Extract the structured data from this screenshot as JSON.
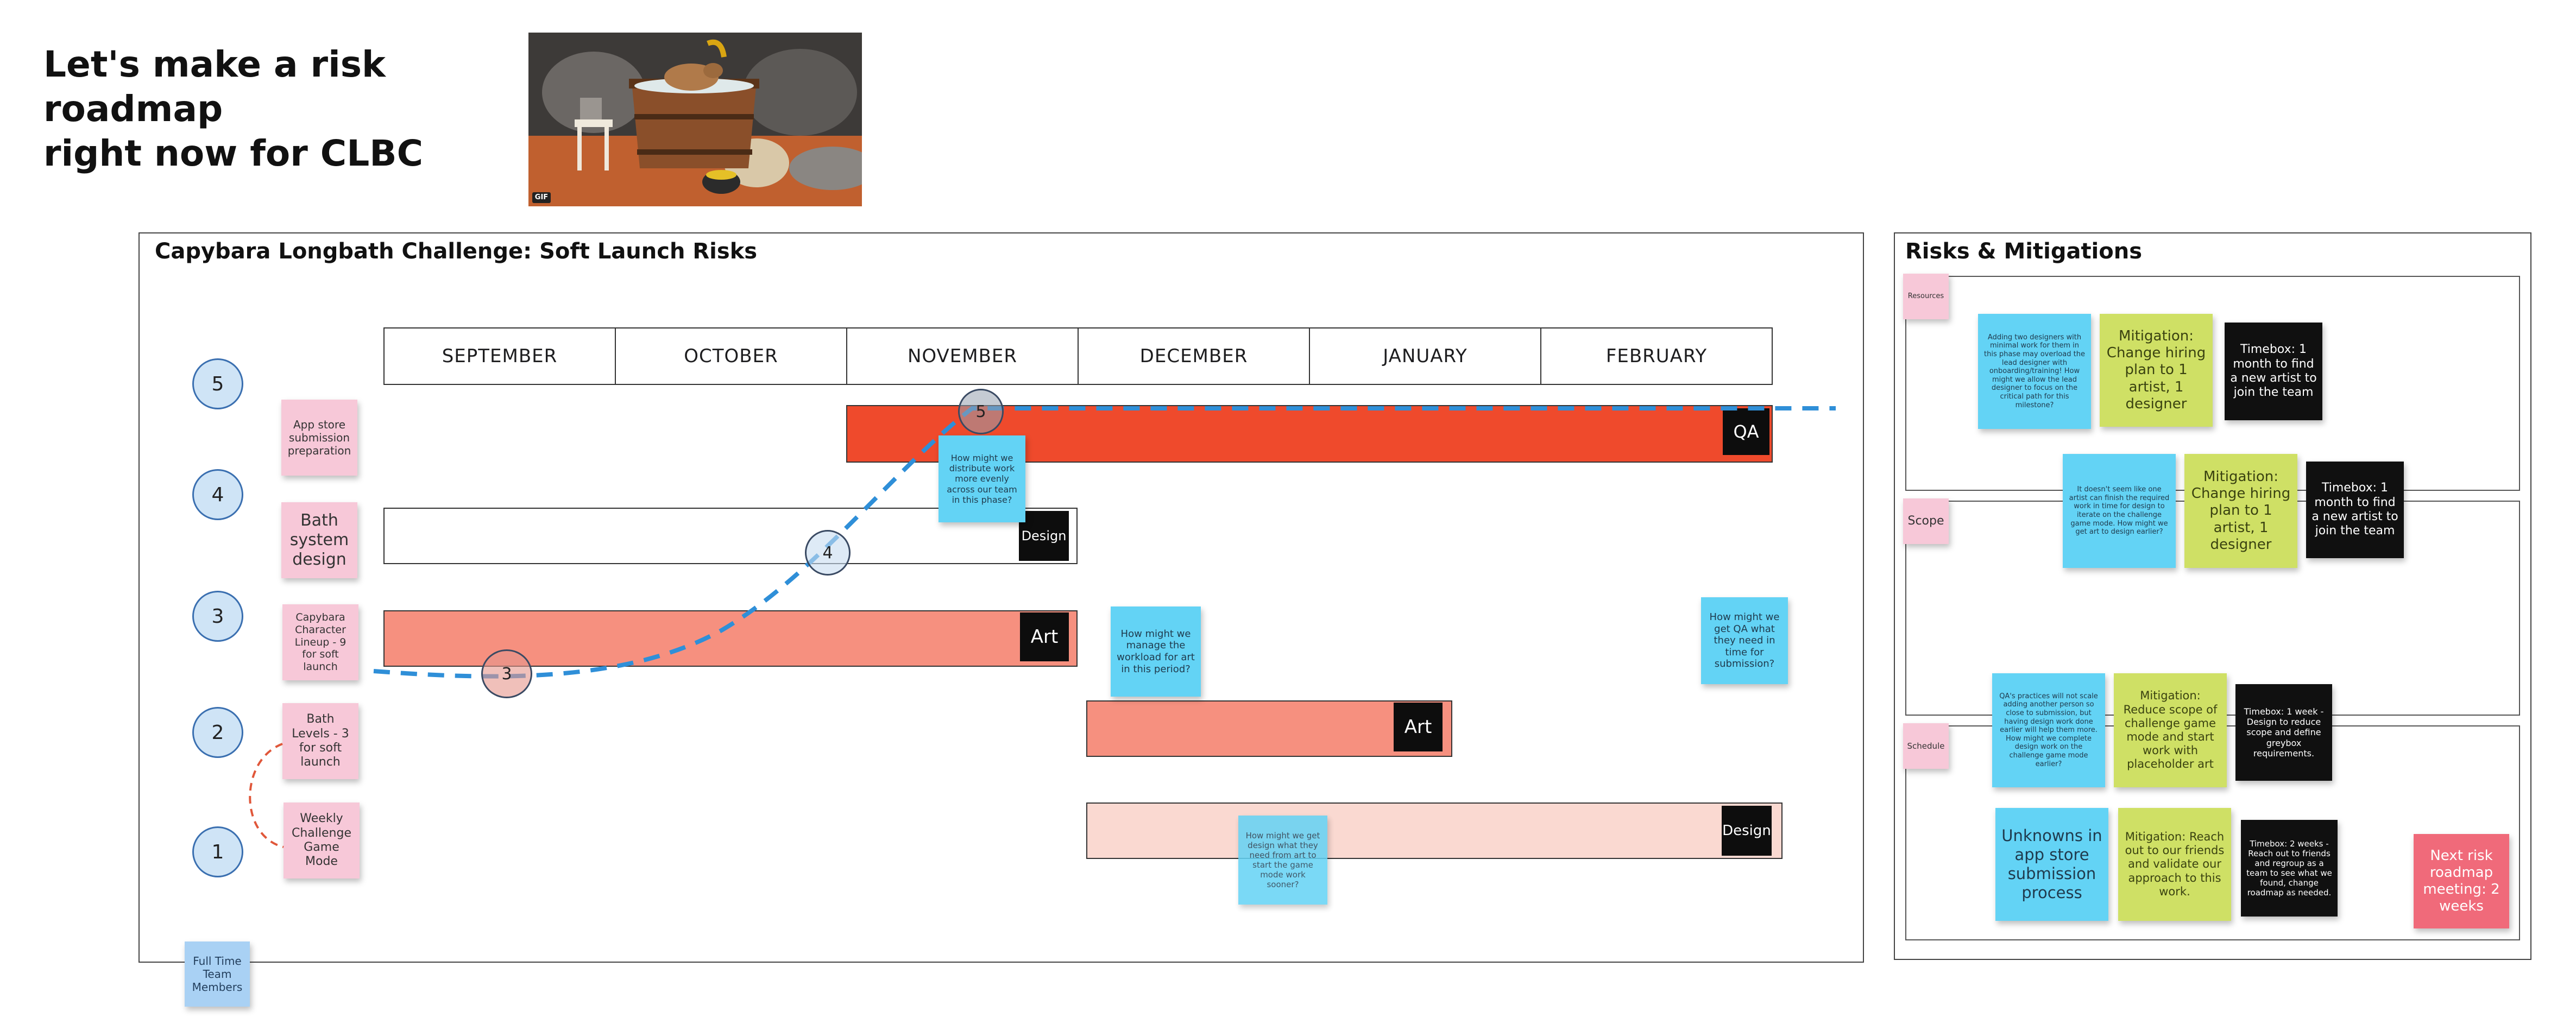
{
  "header": {
    "title_line1": "Let's make a risk roadmap",
    "title_line2": "right now for CLBC",
    "gif_badge": "GIF"
  },
  "roadmap": {
    "title": "Capybara Longbath Challenge: Soft Launch Risks",
    "months": [
      "SEPTEMBER",
      "OCTOBER",
      "NOVEMBER",
      "DECEMBER",
      "JANUARY",
      "FEBRUARY"
    ],
    "levels": [
      "5",
      "4",
      "3",
      "2",
      "1"
    ],
    "row_labels": [
      "App store submission preparation",
      "Bath system design",
      "Capybara Character Lineup - 9 for soft launch",
      "Bath Levels - 3 for soft launch",
      "Weekly Challenge Game Mode"
    ],
    "bar_tags": {
      "qa": "QA",
      "design_nov": "Design",
      "art_sep": "Art",
      "art_dec": "Art",
      "design_dec": "Design"
    },
    "path_markers": [
      "5",
      "4",
      "3"
    ],
    "notes": {
      "distribute": "How might we distribute work more evenly across our team in this phase?",
      "manage_art": "How might we manage the workload for art in this period?",
      "qa_need": "How might we get QA what they need in time for submission?",
      "design_need": "How might we get design what they need from art to start the game mode work sooner?"
    },
    "footer_note": "Full Time Team Members"
  },
  "risks": {
    "title": "Risks & Mitigations",
    "sections": {
      "resources": "Resources",
      "scope": "Scope",
      "schedule": "Schedule"
    },
    "resources_notes": {
      "risk": "Adding two designers with minimal work for them in this phase may overload the lead designer with onboarding/training! How might we allow the lead designer to focus on the critical path for this milestone?",
      "mitigation": "Mitigation: Change hiring plan to 1 artist, 1 designer",
      "timebox": "Timebox: 1 month to find a new artist to join the team"
    },
    "scope_notes": {
      "risk": "It doesn't seem like one artist can finish the required work in time for design to iterate on the challenge game mode. How might we get art to design earlier?",
      "mitigation": "Mitigation: Change hiring plan to 1 artist, 1 designer",
      "timebox": "Timebox: 1 month to find a new artist to join the team"
    },
    "schedule_notes": {
      "risk": "QA's practices will not scale adding another person so close to submission, but having design work done earlier will help them more. How might we complete design work on the challenge game mode earlier?",
      "mitigation": "Mitigation: Reduce scope of challenge game mode and start work with placeholder art",
      "timebox": "Timebox: 1 week - Design to reduce scope and define greybox requirements."
    },
    "unknowns": {
      "risk": "Unknowns in app store submission process",
      "mitigation": "Mitigation: Reach out to our friends and validate our approach to this work.",
      "timebox": "Timebox: 2 weeks - Reach out to friends and regroup as a team to see what we found, change roadmap as needed."
    },
    "next_meeting": "Next risk roadmap meeting: 2 weeks"
  },
  "colors": {
    "qa_bar": "#ef4a2c",
    "art_bar": "#f6907f",
    "design_bar_light": "#fad9d1",
    "path_line": "#2f8fd8",
    "sticky_pink": "#f7c8d8",
    "sticky_cyan": "#63d3f5",
    "sticky_lime": "#cfe065",
    "sticky_black": "#101010",
    "sticky_red": "#f06a7a"
  }
}
